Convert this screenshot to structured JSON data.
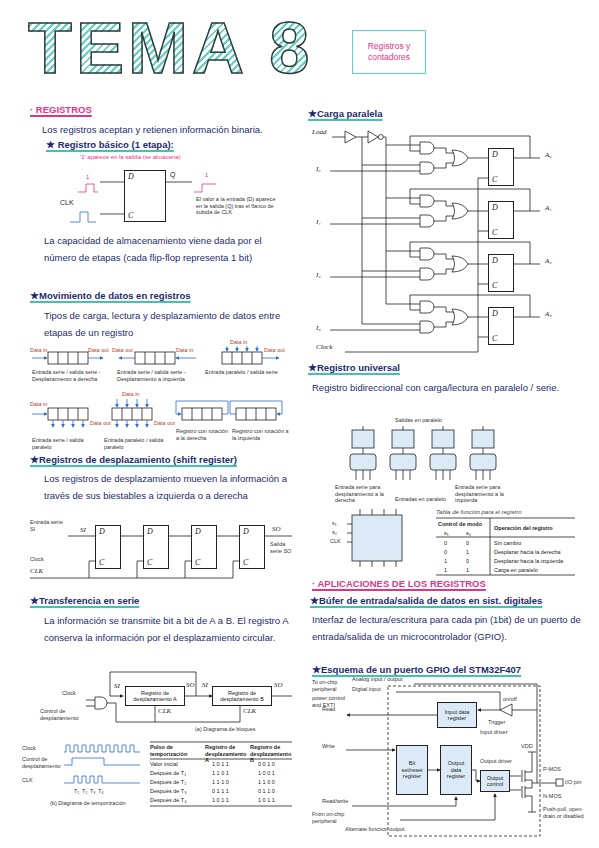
{
  "diagram": {
    "title": "TEMA 8",
    "nodes": [
      {
        "text": [
          "Registros y contadores"
        ]
      },
      {
        "text": [
          "D",
          "C"
        ]
      },
      {
        "text": [
          "D",
          "C"
        ]
      },
      {
        "text": [
          "D",
          "C"
        ]
      },
      {
        "text": [
          "D",
          "C"
        ]
      },
      {
        "text": [
          "D",
          "C"
        ]
      },
      {
        "text": [
          "Registro de desplazamiento A"
        ]
      },
      {
        "text": [
          "Registro de desplazamiento B"
        ]
      },
      {
        "text": [
          "D",
          "C"
        ]
      },
      {
        "text": [
          "D",
          "C"
        ]
      },
      {
        "text": [
          "D",
          "C"
        ]
      },
      {
        "text": [
          "D",
          "C"
        ]
      },
      {
        "text": [
          "Input data register"
        ]
      },
      {
        "text": [
          "Bit set/reset register"
        ]
      },
      {
        "text": [
          "Output data register"
        ]
      },
      {
        "text": [
          "Output control"
        ]
      }
    ],
    "edges": [
      {
        "from": 2,
        "to": 3,
        "arrow": "none"
      },
      {
        "from": 3,
        "to": 4,
        "arrow": "none"
      },
      {
        "from": 4,
        "to": 5,
        "arrow": "none"
      },
      {
        "from": 6,
        "to": 7,
        "arrow": "to"
      },
      {
        "from": 13,
        "to": 14,
        "arrow": "to"
      },
      {
        "from": 14,
        "to": 15,
        "arrow": "to"
      }
    ],
    "labels": [
      "· REGISTROS",
      "Los registros aceptan y retienen información binaria.",
      "★ Registro básico (1 etapa):",
      "'1' aparece en la salida (se almacena)",
      "1",
      "CLK",
      "Q",
      "1",
      "El valor a la entrada (D) aparece en la salida (Q) tras el flanco de subida de CLK",
      "La capacidad de almacenamiento viene dada por el número de etapas (cada flip-flop representa 1 bit)",
      "★Movimiento de datos en registros",
      "Tipos de carga, lectura y desplazamiento de datos entre etapas de un registro",
      "Data in",
      "Data out",
      "Data out",
      "Data in",
      "Data in",
      "Data out",
      "Entrada serie / salida serie - Desplazamiento a derecha",
      "Entrada serie / salida serie - Desplazamiento a izquierda",
      "Entrada paralelo / salida serie",
      "Data in",
      "Data out",
      "Data in",
      "Data out",
      "Entrada serie / salida paralelo",
      "Entrada paralelo / salida paralelo",
      "Registro con rotación a la derecha",
      "Registro con rotación a la izquierda",
      "★Registros de desplazamiento (shift register)",
      "Los registros de desplazamiento mueven la información a través de sus biestables a izquierda o a derecha",
      "SI",
      "Entrada serie SI",
      "SO",
      "Salida serie SO",
      "Clock",
      "CLK",
      "★Transferencia en serie",
      "La información se transmite bit a bit de A a B. El registro A conserva la información por el desplazamiento circular.",
      "SI",
      "SO",
      "SI",
      "SO",
      "CLK",
      "CLK",
      "Clock",
      "Control de desplazamiento",
      "(a) Diagrama de bloques",
      "Clock",
      "Control de desplazamiento",
      "CLK",
      "T₁",
      "T₂",
      "T₃",
      "T₄",
      "(b) Diagrama de temporización",
      "Pulso de temporización",
      "Registro de desplazamiento A",
      "Registro de desplazamiento B",
      "Valor inicial",
      "1 0 1 1",
      "0 0 1 0",
      "Después de T₁",
      "1 1 0 1",
      "1 0 0 1",
      "Después de T₂",
      "1 1 1 0",
      "1 1 0 0",
      "Después de T₃",
      "0 1 1 1",
      "0 1 1 0",
      "Después de T₄",
      "1 0 1 1",
      "1 0 1 1",
      "★Carga paralela",
      "Load",
      "I₀",
      "I₁",
      "I₂",
      "I₃",
      "A₀",
      "A₁",
      "A₂",
      "A₃",
      "Clock",
      "★Registro universal",
      "Registro bidireccional con carga/lectura en paralelo / serie.",
      "Salidas en paralelo",
      "Entrada serie para desplazamiento a la derecha",
      "Entrada serie para desplazamiento a la izquierda",
      "Entradas en paralelo",
      "s₁",
      "s₀",
      "CLK",
      "Tabla de función para el registro",
      "Control de modo",
      "Operación del registro",
      "s₁",
      "s₀",
      "0",
      "0",
      "Sin cambio",
      "0",
      "1",
      "Desplazar hacia la derecha",
      "1",
      "0",
      "Desplazar hacia la izquierda",
      "1",
      "1",
      "Carga en paralelo",
      "· APLICACIONES DE LOS REGISTROS",
      "★Búfer de entrada/salida de datos en sist. digitales",
      "Interfaz de lectura/escritura para cada pin (1bit) de un puerto de entrada/salida de un microcontrolador (GPIO).",
      "★Esquema de un puerto GPIO del STM32F407",
      "To on-chip peripheral",
      "Analog input / output",
      "Digital input",
      "power control and EXTI",
      "Read",
      "Write",
      "Read/write",
      "From on-chip peripheral",
      "Alternate function output",
      "on/off",
      "Trigger",
      "Input driver",
      "Output driver",
      "P-MOS",
      "N-MOS",
      "VDD",
      "I/O pin",
      "Push-pull, open-drain or disabled"
    ]
  }
}
